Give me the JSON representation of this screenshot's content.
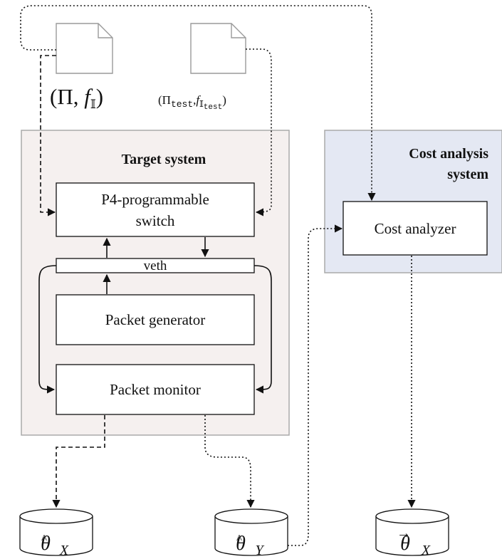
{
  "target_system": {
    "title": "Target system",
    "switch": [
      "P4-programmable",
      "switch"
    ],
    "veth": "veth",
    "packet_generator": "Packet generator",
    "packet_monitor": "Packet monitor"
  },
  "cost_system": {
    "title": [
      "Cost analysis",
      "system"
    ],
    "cost_analyzer": "Cost analyzer"
  },
  "inputs": {
    "program_label": {
      "open": "(",
      "pi": "Π",
      "comma": ", ",
      "f": "f",
      "sub": "𝕀",
      "close": ")"
    },
    "test_label": {
      "open": "(",
      "pi": "Π",
      "pi_sub": "test",
      "comma": ",",
      "f": "f",
      "sub": "𝕀",
      "sub_sub": "test",
      "close": ")"
    }
  },
  "datastores": {
    "theta_x_hat": {
      "symbol": "θ",
      "sub": "X",
      "accent": "^"
    },
    "theta_y_hat": {
      "symbol": "θ",
      "sub": "Y",
      "accent": "^"
    },
    "theta_x_vec": {
      "symbol": "θ",
      "sub": "X",
      "accent": "→"
    }
  },
  "colors": {
    "target_bg": "#f5f0ef",
    "cost_bg": "#e4e8f3",
    "stroke": "#111111",
    "panel_stroke": "#aaaaaa",
    "doc_stroke": "#9a9a9a"
  }
}
